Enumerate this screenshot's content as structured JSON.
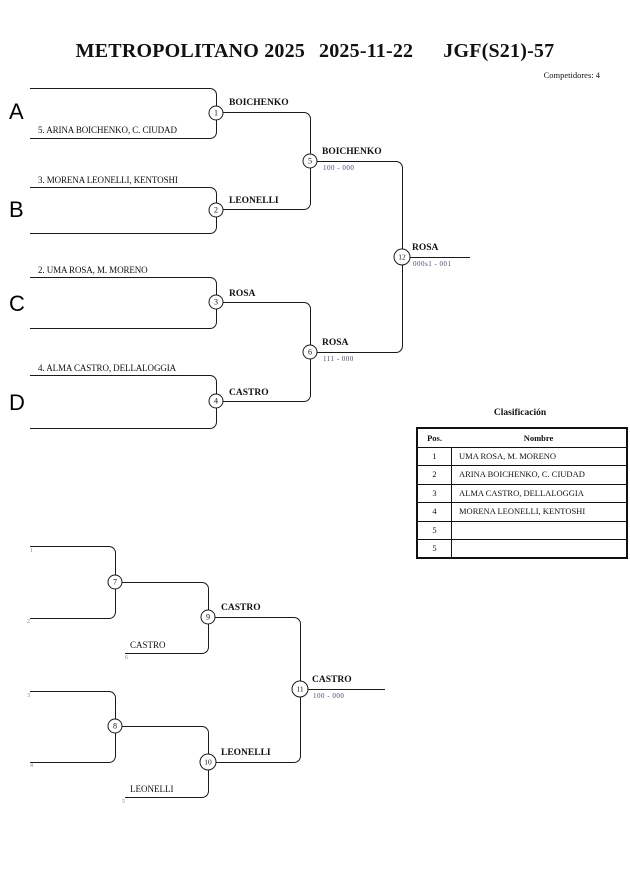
{
  "header": {
    "title_event": "METROPOLITANO 2025",
    "title_date": "2025-11-22",
    "title_category": "JGF(S21)-57",
    "competitors_label": "Competidores: 4"
  },
  "main_bracket": {
    "sections": [
      {
        "letter": "A",
        "competitor": "5. ARINA BOICHENKO, C. CIUDAD",
        "node": "1",
        "winner": "BOICHENKO"
      },
      {
        "letter": "B",
        "competitor": "3. MORENA LEONELLI, KENTOSHI",
        "node": "2",
        "winner": "LEONELLI"
      },
      {
        "letter": "C",
        "competitor": "2. UMA ROSA, M. MORENO",
        "node": "3",
        "winner": "ROSA"
      },
      {
        "letter": "D",
        "competitor": "4. ALMA CASTRO, DELLALOGGIA",
        "node": "4",
        "winner": "CASTRO"
      }
    ],
    "semifinals": [
      {
        "node": "5",
        "winner": "BOICHENKO",
        "score": "100 - 000"
      },
      {
        "node": "6",
        "winner": "ROSA",
        "score": "111 - 000"
      }
    ],
    "final": {
      "node": "12",
      "winner": "ROSA",
      "score": "000s1 - 001"
    }
  },
  "classification": {
    "title": "Clasificación",
    "columns": {
      "pos": "Pos.",
      "name": "Nombre"
    },
    "rows": [
      {
        "pos": "1",
        "name": "UMA ROSA, M. MORENO"
      },
      {
        "pos": "2",
        "name": "ARINA BOICHENKO, C. CIUDAD"
      },
      {
        "pos": "3",
        "name": "ALMA CASTRO, DELLALOGGIA"
      },
      {
        "pos": "4",
        "name": "MORENA LEONELLI, KENTOSHI"
      },
      {
        "pos": "5",
        "name": ""
      },
      {
        "pos": "5",
        "name": ""
      }
    ]
  },
  "repechage": {
    "marks": {
      "m1": "1",
      "m2": "2",
      "m3": "3",
      "m4": "4",
      "m5": "5",
      "m6": "6"
    },
    "nodes": {
      "n7": "7",
      "n8": "8",
      "n9": "9",
      "n10": "10",
      "n11": "11"
    },
    "entrants": [
      {
        "label": "CASTRO"
      },
      {
        "label": "LEONELLI"
      }
    ],
    "winners": [
      {
        "node": "9",
        "label": "CASTRO"
      },
      {
        "node": "10",
        "label": "LEONELLI"
      }
    ],
    "final": {
      "node": "11",
      "winner": "CASTRO",
      "score": "100 - 000"
    }
  },
  "colors": {
    "line": "#1a1a1a",
    "score_text": "#4a4a6e",
    "seed_mark": "#888888",
    "background": "#ffffff"
  }
}
